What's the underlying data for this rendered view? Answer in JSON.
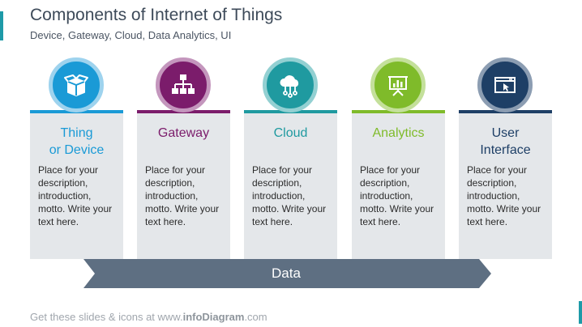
{
  "header": {
    "title": "Components of Internet of Things",
    "subtitle": "Device, Gateway, Cloud, Data Analytics, UI"
  },
  "colors": {
    "thing": "#1a9ad6",
    "gateway": "#7b1c6b",
    "cloud": "#1f9aa0",
    "analytics": "#7fbb2a",
    "ui": "#1e3f66",
    "band": "#5e6f82",
    "card_bg": "#e4e7ea"
  },
  "cards": [
    {
      "title": "Thing\nor Device",
      "description": "Place for your description, introduction, motto. Write your text here.",
      "icon": "box-icon"
    },
    {
      "title": "Gateway",
      "description": "Place for your description, introduction, motto. Write your text here.",
      "icon": "network-hierarchy-icon"
    },
    {
      "title": "Cloud",
      "description": "Place for your description, introduction, motto. Write your text here.",
      "icon": "cloud-network-icon"
    },
    {
      "title": "Analytics",
      "description": "Place for your description, introduction, motto. Write your text here.",
      "icon": "presentation-chart-icon"
    },
    {
      "title": "User\nInterface",
      "description": "Place for your description, introduction, motto. Write your text here.",
      "icon": "browser-window-cursor-icon"
    }
  ],
  "band": {
    "label": "Data"
  },
  "footer": {
    "prefix": "Get these slides & icons at www.",
    "brand": "infoDiagram",
    "suffix": ".com"
  }
}
